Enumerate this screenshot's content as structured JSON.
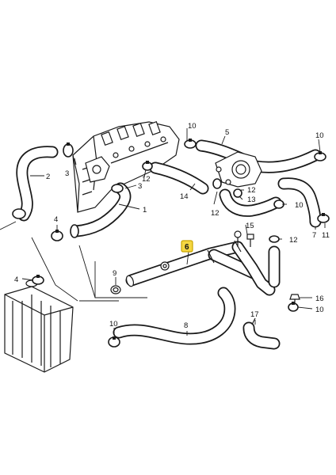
{
  "callouts": {
    "c1": "1",
    "c2": "2",
    "c3a": "3",
    "c3b": "3",
    "c4a": "4",
    "c4b": "4",
    "c5": "5",
    "c6": "6",
    "c7": "7",
    "c8": "8",
    "c9": "9",
    "c10a": "10",
    "c10b": "10",
    "c10c": "10",
    "c10d": "10",
    "c10e": "10",
    "c11": "11",
    "c12a": "12",
    "c12b": "12",
    "c12c": "12",
    "c12d": "12",
    "c13": "13",
    "c14": "14",
    "c15": "15",
    "c16": "16",
    "c17": "17"
  },
  "highlight": {
    "part": "6",
    "color": "#f5d742"
  }
}
